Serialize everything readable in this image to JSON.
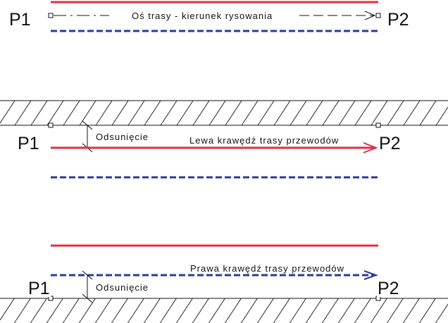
{
  "colors": {
    "red_line": "#e03040",
    "blue_dashed": "#2a3a9c",
    "black": "#111111",
    "hatch": "#222222"
  },
  "section1": {
    "p1": "P1",
    "p2": "P2",
    "axis_label": "Oś trasy - kierunek rysowania"
  },
  "section2": {
    "p1": "P1",
    "p2": "P2",
    "offset_label": "Odsunięcie",
    "edge_label": "Lewa krawędź trasy przewodów"
  },
  "section3": {
    "p1": "P1",
    "p2": "P2",
    "offset_label": "Odsunięcie",
    "edge_label": "Prawa krawędź trasy przewodów"
  }
}
